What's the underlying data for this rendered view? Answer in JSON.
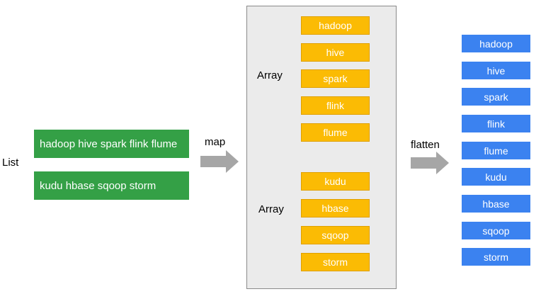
{
  "list_label": "List",
  "list_items": [
    "hadoop hive spark flink flume",
    "kudu hbase sqoop storm"
  ],
  "map_label": "map",
  "array_label_1": "Array",
  "array_label_2": "Array",
  "array1_items": [
    "hadoop",
    "hive",
    "spark",
    "flink",
    "flume"
  ],
  "array2_items": [
    "kudu",
    "hbase",
    "sqoop",
    "storm"
  ],
  "flatten_label": "flatten",
  "flat_items": [
    "hadoop",
    "hive",
    "spark",
    "flink",
    "flume",
    "kudu",
    "hbase",
    "sqoop",
    "storm"
  ],
  "colors": {
    "list_item": "#34a046",
    "array_item": "#fbbb04",
    "flat_item": "#3b82f0",
    "arrow": "#a6a6a6",
    "panel": "#ebebeb"
  }
}
